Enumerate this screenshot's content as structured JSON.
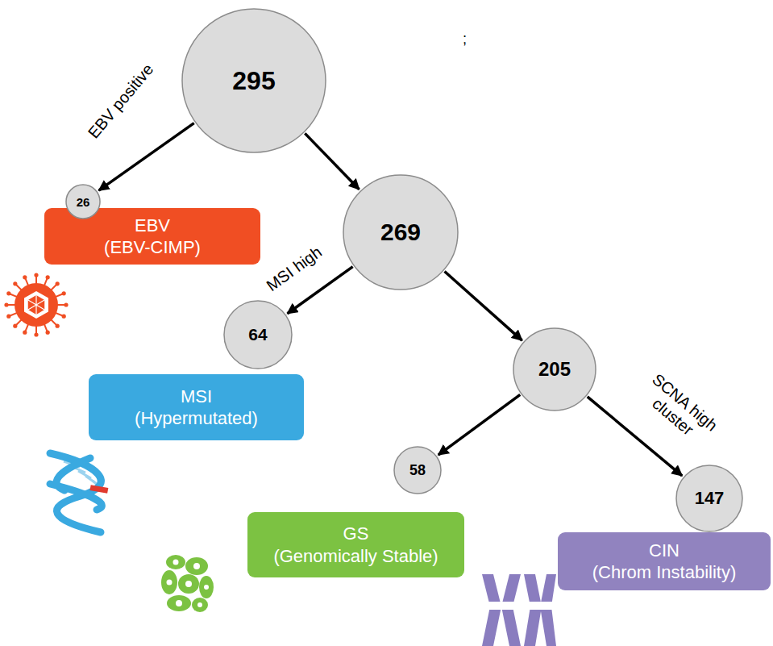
{
  "diagram": {
    "nodes": [
      {
        "text": [
          "295"
        ]
      },
      {
        "text": [
          "26"
        ]
      },
      {
        "text": [
          "EBV",
          "(EBV-CIMP)"
        ]
      },
      {
        "text": [
          "269"
        ]
      },
      {
        "text": [
          "64"
        ]
      },
      {
        "text": [
          "MSI",
          "(Hypermutated)"
        ]
      },
      {
        "text": [
          "205"
        ]
      },
      {
        "text": [
          "58"
        ]
      },
      {
        "text": [
          "GS",
          "(Genomically Stable)"
        ]
      },
      {
        "text": [
          "147"
        ]
      },
      {
        "text": [
          "CIN",
          "(Chrom Instability)"
        ]
      }
    ],
    "edges": [
      {
        "from": 0,
        "to": 1,
        "arrow": "to",
        "label": "EBV positive"
      },
      {
        "from": 0,
        "to": 3,
        "arrow": "to"
      },
      {
        "from": 3,
        "to": 4,
        "arrow": "to",
        "label": "MSI high"
      },
      {
        "from": 3,
        "to": 6,
        "arrow": "to"
      },
      {
        "from": 6,
        "to": 7,
        "arrow": "to"
      },
      {
        "from": 6,
        "to": 9,
        "arrow": "to",
        "label": "SCNA high cluster"
      }
    ],
    "labels": [
      ";"
    ]
  }
}
